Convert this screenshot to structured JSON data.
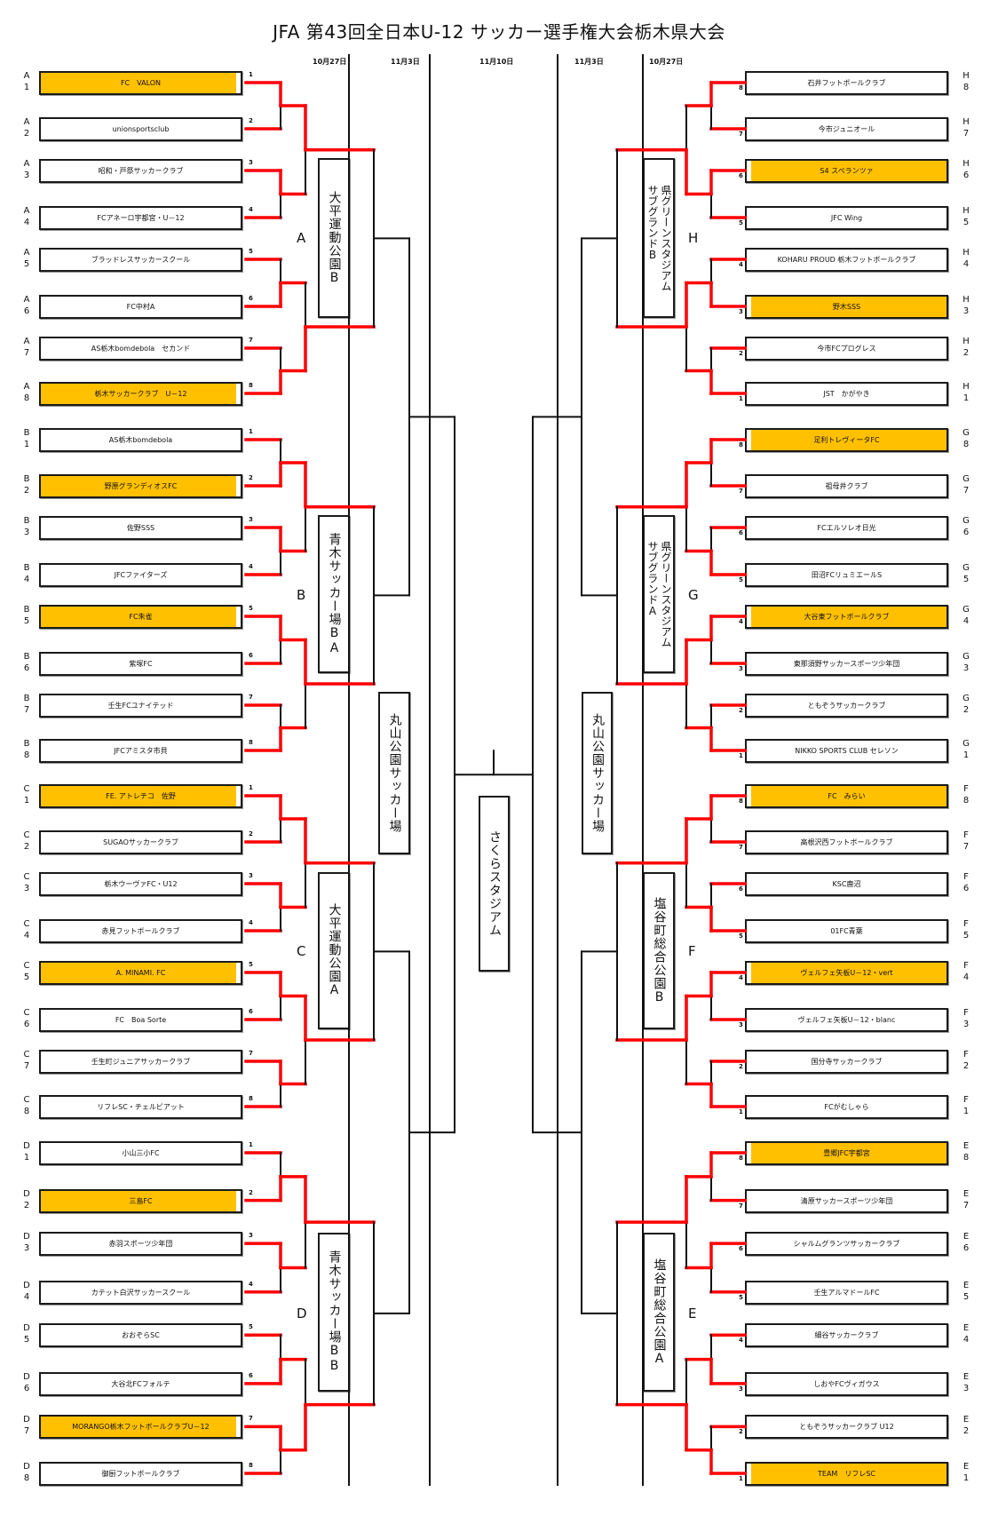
{
  "title": "JFA 第43回全日本U-12 サッカー選手権大会栃木県大会",
  "colors": {
    "winner_fill": "#FFC000",
    "played_line": "#FF0000",
    "line": "#111111"
  },
  "dates": {
    "left_r1": "10月27日",
    "left_r2": "11月3日",
    "final": "11月10日",
    "right_r2": "11月3日",
    "right_r1": "10月27日"
  },
  "venues": {
    "A": "大平運動公園B",
    "B": "青木サッカー場BA",
    "C": "大平運動公園A",
    "D": "青木サッカー場BB",
    "H": "県グリーンスタジアム\nサブグランドB",
    "G": "県グリーンスタジアム\nサブグランドA",
    "F": "塩谷町総合公園B",
    "E": "塩谷町総合公園A",
    "semi_left": "丸山公園サッカー場",
    "semi_right": "丸山公園サッカー場",
    "final": "さくらスタジアム"
  },
  "left_groups": [
    {
      "letter": "A",
      "slots": [
        "1",
        "2",
        "3",
        "4",
        "5",
        "6",
        "7",
        "8"
      ],
      "teams": [
        "FC　VALON",
        "unionsportsclub",
        "昭和・戸祭サッカークラブ",
        "FCアネーロ宇都宮・U－12",
        "ブラッドレスサッカースクール",
        "FC中村A",
        "AS栃木bomdebola　セカンド",
        "栃木サッカークラブ　U－12"
      ],
      "r1_winners": [
        0,
        0,
        1,
        1
      ],
      "r2_winners": [
        0,
        1
      ]
    },
    {
      "letter": "B",
      "slots": [
        "1",
        "2",
        "3",
        "4",
        "5",
        "6",
        "7",
        "8"
      ],
      "teams": [
        "AS栃木bomdebola",
        "野原グランディオスFC",
        "佐野SSS",
        "JFCファイターズ",
        "FC朱雀",
        "紫塚FC",
        "壬生FCユナイテッド",
        "JFCアミスタ市貝"
      ],
      "r1_winners": [
        1,
        0,
        0,
        1
      ],
      "r2_winners": [
        0,
        0
      ]
    },
    {
      "letter": "C",
      "slots": [
        "1",
        "2",
        "3",
        "4",
        "5",
        "6",
        "7",
        "8"
      ],
      "teams": [
        "FE. アトレチコ　佐野",
        "SUGAOサッカークラブ",
        "栃木ウーヴァFC・U12",
        "赤見フットボールクラブ",
        "A. MINAMI. FC",
        "FC　Boa Sorte",
        "壬生町ジュニアサッカークラブ",
        "リフレSC・チェルビアット"
      ],
      "r1_winners": [
        0,
        0,
        0,
        0
      ],
      "r2_winners": [
        0,
        0
      ]
    },
    {
      "letter": "D",
      "slots": [
        "1",
        "2",
        "3",
        "4",
        "5",
        "6",
        "7",
        "8"
      ],
      "teams": [
        "小山三小FC",
        "三島FC",
        "赤羽スポーツ少年団",
        "カテット白沢サッカースクール",
        "おおぞらSC",
        "大谷北FCフォルテ",
        "MORANGO栃木フットボールクラブU－12",
        "御厨フットボールクラブ"
      ],
      "r1_winners": [
        1,
        0,
        1,
        0
      ],
      "r2_winners": [
        0,
        1
      ]
    }
  ],
  "right_groups": [
    {
      "letter": "H",
      "slots": [
        "8",
        "7",
        "6",
        "5",
        "4",
        "3",
        "2",
        "1"
      ],
      "teams": [
        "石井フットボールクラブ",
        "今市ジュニオール",
        "S4 スペランツァ",
        "JFC Wing",
        "KOHARU PROUD 栃木フットボールクラブ",
        "野木SSS",
        "今市FCプログレス",
        "JST　かがやき"
      ],
      "r1_winners": [
        0,
        0,
        1,
        1
      ],
      "r2_winners": [
        1,
        0
      ]
    },
    {
      "letter": "G",
      "slots": [
        "8",
        "7",
        "6",
        "5",
        "4",
        "3",
        "2",
        "1"
      ],
      "teams": [
        "足利トレヴィータFC",
        "祖母井クラブ",
        "FCエルソレオ日光",
        "田沼FCリュミエールS",
        "大谷東フットボールクラブ",
        "東那須野サッカースポーツ少年団",
        "ともぞうサッカークラブ",
        "NIKKO SPORTS CLUB セレソン"
      ],
      "r1_winners": [
        0,
        1,
        0,
        1
      ],
      "r2_winners": [
        0,
        0
      ]
    },
    {
      "letter": "F",
      "slots": [
        "8",
        "7",
        "6",
        "5",
        "4",
        "3",
        "2",
        "1"
      ],
      "teams": [
        "FC　みらい",
        "高根沢西フットボールクラブ",
        "KSC鹿沼",
        "01FC青葉",
        "ヴェルフェ矢板U－12・vert",
        "ヴェルフェ矢板U－12・blanc",
        "国分寺サッカークラブ",
        "FCがむしゃら"
      ],
      "r1_winners": [
        0,
        1,
        0,
        1
      ],
      "r2_winners": [
        0,
        0
      ]
    },
    {
      "letter": "E",
      "slots": [
        "8",
        "7",
        "6",
        "5",
        "4",
        "3",
        "2",
        "1"
      ],
      "teams": [
        "豊郷JFC宇都宮",
        "清原サッカースポーツ少年団",
        "シャルムグランツサッカークラブ",
        "壬生アルマドールFC",
        "細谷サッカークラブ",
        "しおやFCヴィガウス",
        "ともぞうサッカークラブ U12",
        "TEAM　リフレSC"
      ],
      "r1_winners": [
        0,
        0,
        1,
        1
      ],
      "r2_winners": [
        0,
        1
      ]
    }
  ]
}
